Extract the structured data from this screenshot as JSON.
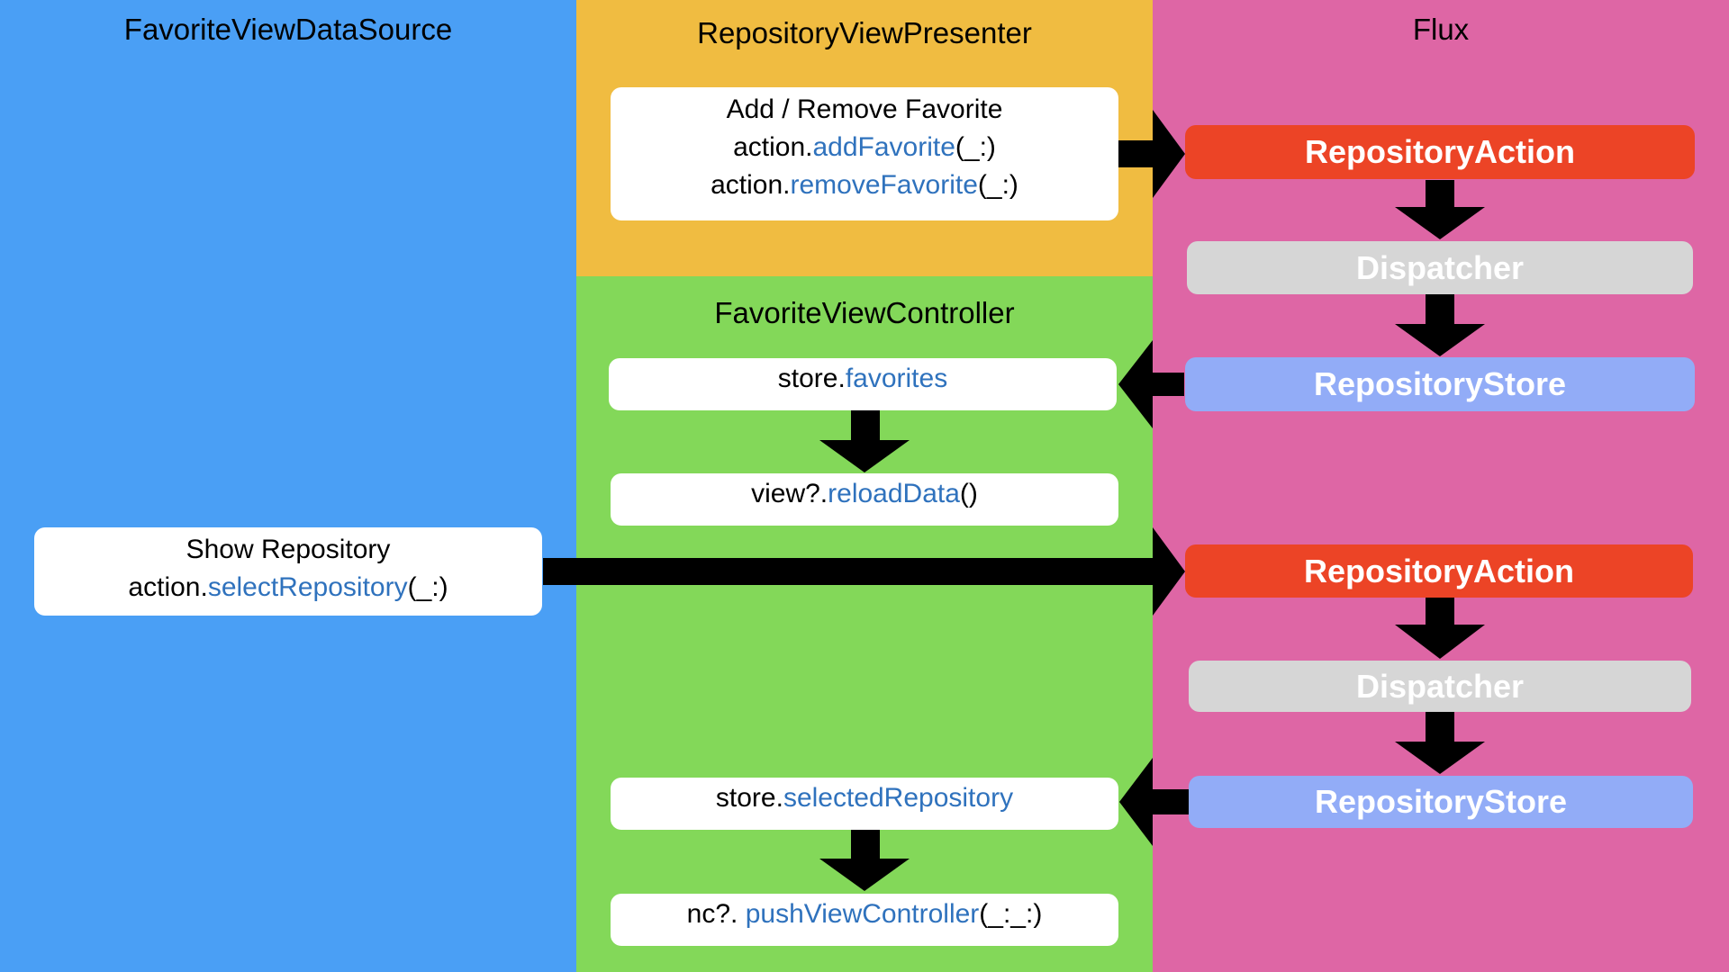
{
  "colors": {
    "datasource_bg": "#4a9ff5",
    "presenter_bg": "#f0bc41",
    "controller_bg": "#83d859",
    "flux_bg": "#de66a5",
    "action": "#ec4426",
    "dispatcher": "#d6d6d6",
    "store": "#92acf7",
    "code_blue": "#2f72bd",
    "arrow": "#000000"
  },
  "columns": {
    "datasource_title": "FavoriteViewDataSource",
    "presenter_title": "RepositoryViewPresenter",
    "controller_title": "FavoriteViewController",
    "flux_title": "Flux"
  },
  "presenter_box": {
    "line1": "Add / Remove Favorite",
    "line2_prefix": "action.",
    "line2_method": "addFavorite",
    "line2_suffix": "(_:)",
    "line3_prefix": "action.",
    "line3_method": "removeFavorite",
    "line3_suffix": "(_:)"
  },
  "controller_boxes": {
    "favorites_prefix": "store.",
    "favorites_prop": "favorites",
    "reload_prefix": "view?.",
    "reload_method": "reloadData",
    "reload_suffix": "()",
    "selected_prefix": "store.",
    "selected_prop": "selectedRepository",
    "push_prefix": "nc?. ",
    "push_method": "pushViewController",
    "push_suffix": "(_:_:)"
  },
  "datasource_box": {
    "line1": "Show Repository",
    "line2_prefix": "action.",
    "line2_method": "selectRepository",
    "line2_suffix": "(_:)"
  },
  "flux_top": {
    "action": "RepositoryAction",
    "dispatcher": "Dispatcher",
    "store": "RepositoryStore"
  },
  "flux_bottom": {
    "action": "RepositoryAction",
    "dispatcher": "Dispatcher",
    "store": "RepositoryStore"
  }
}
